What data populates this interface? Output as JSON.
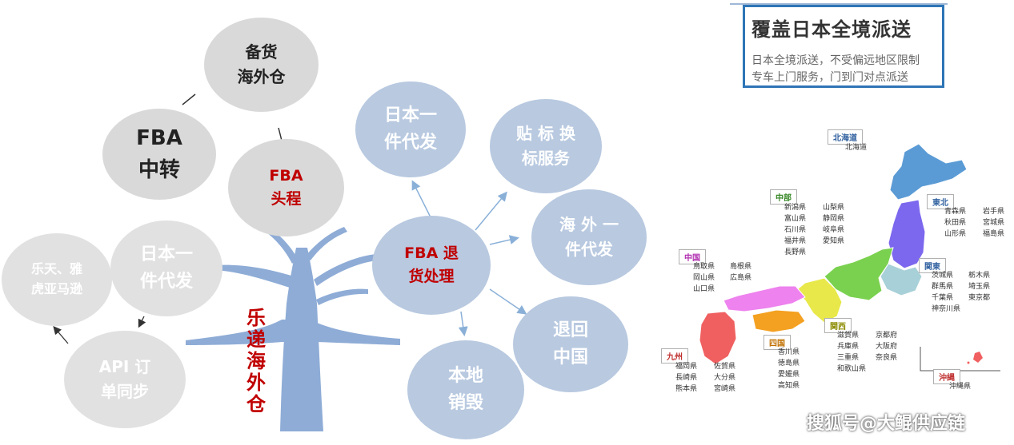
{
  "tree": {
    "trunk_label": "乐递海外仓",
    "left_nodes": {
      "stock_warehouse": [
        "备货",
        "海外仓"
      ],
      "fba_transfer": [
        "FBA",
        "中转"
      ],
      "fba_first_leg": [
        "FBA",
        "头程"
      ],
      "japan_dropship_left": [
        "日本一",
        "件代发"
      ],
      "platforms": [
        "乐天、雅",
        "虎亚马逊"
      ],
      "api_sync": [
        "API 订",
        "单同步"
      ]
    },
    "fba_return": {
      "center": [
        "FBA  退",
        "货处理"
      ],
      "japan_dropship": [
        "日本一",
        "件代发"
      ],
      "relabel": [
        "贴 标 换",
        "标服务"
      ],
      "overseas_dropship": [
        "海 外 一",
        "件代发"
      ],
      "return_china": [
        "退回",
        "中国"
      ],
      "local_destroy": [
        "本地",
        "销毁"
      ]
    }
  },
  "coverage": {
    "title": "覆盖日本全境派送",
    "line1": "日本全境派送，不受偏远地区限制",
    "line2": "专车上门服务，门到门对点派送"
  },
  "map": {
    "regions": {
      "hokkaido": {
        "name": "北海道",
        "prefs": [
          "北海道"
        ]
      },
      "tohoku": {
        "name": "東北",
        "prefs": [
          "青森県",
          "岩手県",
          "秋田県",
          "宮城県",
          "山形県",
          "福島県"
        ]
      },
      "chubu": {
        "name": "中部",
        "prefs": [
          "新潟県",
          "山梨県",
          "富山県",
          "静岡県",
          "石川県",
          "岐阜県",
          "福井県",
          "愛知県",
          "長野県"
        ]
      },
      "kanto": {
        "name": "関東",
        "prefs": [
          "茨城県",
          "栃木県",
          "群馬県",
          "埼玉県",
          "千葉県",
          "東京都",
          "神奈川県"
        ]
      },
      "chugoku": {
        "name": "中国",
        "prefs": [
          "鳥取県",
          "島根県",
          "岡山県",
          "広島県",
          "山口県"
        ]
      },
      "kinki": {
        "name": "関西",
        "prefs": [
          "滋賀県",
          "京都府",
          "兵庫県",
          "大阪府",
          "三重県",
          "奈良県",
          "和歌山県"
        ]
      },
      "shikoku": {
        "name": "四国",
        "prefs": [
          "香川県",
          "徳島県",
          "愛媛県",
          "高知県"
        ]
      },
      "kyushu": {
        "name": "九州",
        "prefs": [
          "福岡県",
          "佐賀県",
          "長崎県",
          "大分県",
          "熊本県",
          "宮崎県"
        ]
      },
      "okinawa": {
        "name": "沖縄",
        "prefs": [
          "沖縄県"
        ]
      }
    },
    "colors": {
      "hokkaido": "#5b9bd5",
      "tohoku": "#7b68ee",
      "kanto": "#a8d0d8",
      "chubu": "#7ad14f",
      "kinki": "#e8e84a",
      "chugoku": "#ee82ee",
      "shikoku": "#f4a020",
      "kyushu": "#f06060",
      "okinawa": "#f06060"
    }
  },
  "watermark": "搜狐号@大鲲供应链"
}
